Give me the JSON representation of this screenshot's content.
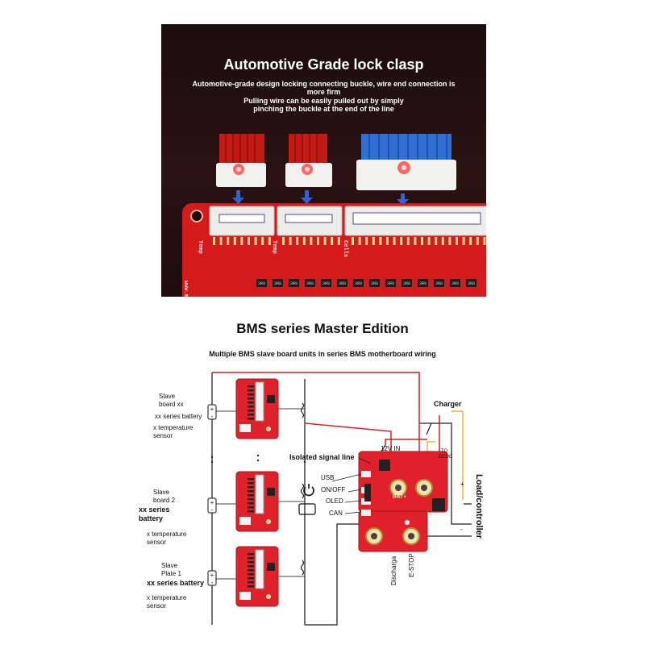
{
  "top_panel": {
    "title": "Automotive Grade lock clasp",
    "line1": "Automotive-grade design locking connecting buckle, wire end connection is",
    "line2": "more firm",
    "line3": "Pulling wire can be easily pulled out by simply",
    "line4": "pinching the buckle at the end of the line",
    "silk_temp1": "Temp",
    "silk_temp2": "Temp",
    "silk_cells": "Cells",
    "silk_url": "www.m",
    "resistor_code": "3R0"
  },
  "main": {
    "title": "BMS series Master Edition",
    "subtitle": "Multiple BMS slave board units in series BMS motherboard wiring"
  },
  "diagram": {
    "slave_xx": {
      "name1": "Slave",
      "name2": "board xx",
      "battery": "xx series battery",
      "temp1": "x temperature",
      "temp2": "sensor"
    },
    "slave_2": {
      "name1": "Slave",
      "name2": "board 2",
      "battery1": "xx series",
      "battery2": "battery",
      "temp1": "x temperature",
      "temp2": "sensor"
    },
    "slave_1": {
      "name1": "Slave",
      "name2": "Plate 1",
      "battery": "xx series battery",
      "temp1": "x temperature",
      "temp2": "sensor"
    },
    "plus": "+",
    "minus": "-",
    "isolated_signal": "Isolated signal line",
    "charger": "Charger",
    "load_controller": "Load/controller",
    "twelve_v_in": "12V IN",
    "to_dcdc1": "TO",
    "to_dcdc2": "DCDC",
    "usb": "USB",
    "on_off": "ON/OFF",
    "oled": "OLED",
    "can": "CAN",
    "bat_plus": "BAT+",
    "discharge": "Discharga",
    "estop": "E-STOP",
    "colors": {
      "board": "#e0202a",
      "wire_red": "#d81e1e",
      "wire_black": "#333333",
      "wire_yellow": "#e2b93b"
    }
  }
}
